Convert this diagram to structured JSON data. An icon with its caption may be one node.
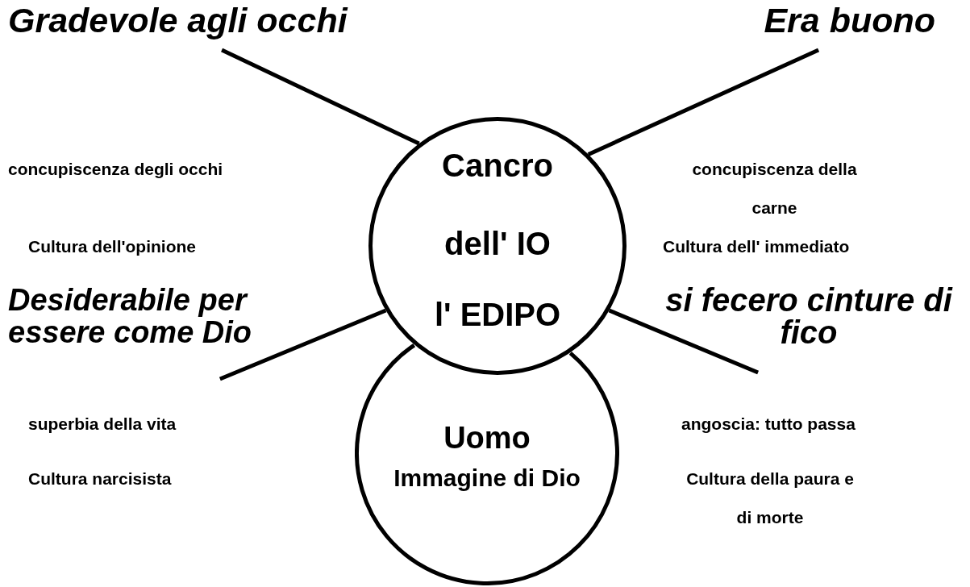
{
  "diagram": {
    "nodes": [
      {
        "text": [
          "Cancro",
          "dell' IO",
          "l' EDIPO"
        ]
      },
      {
        "text": [
          "Uomo",
          "Immagine di Dio"
        ]
      },
      {
        "text": [
          "Gradevole agli occhi"
        ]
      },
      {
        "text": [
          "Era buono"
        ]
      },
      {
        "text": [
          "Desiderabile per essere come Dio"
        ]
      },
      {
        "text": [
          "si fecero cinture di fico"
        ]
      }
    ],
    "edges": [
      {
        "from": 2,
        "to": 0,
        "arrow": "none"
      },
      {
        "from": 3,
        "to": 0,
        "arrow": "none"
      },
      {
        "from": 4,
        "to": 0,
        "arrow": "none"
      },
      {
        "from": 5,
        "to": 0,
        "arrow": "none"
      }
    ],
    "labels": [
      "concupiscenza degli occhi",
      "concupiscenza della carne",
      "Cultura dell'opinione",
      "Cultura dell' immediato",
      "superbia della vita",
      "angoscia: tutto passa",
      "Cultura narcisista",
      "Cultura della paura e di morte"
    ]
  }
}
